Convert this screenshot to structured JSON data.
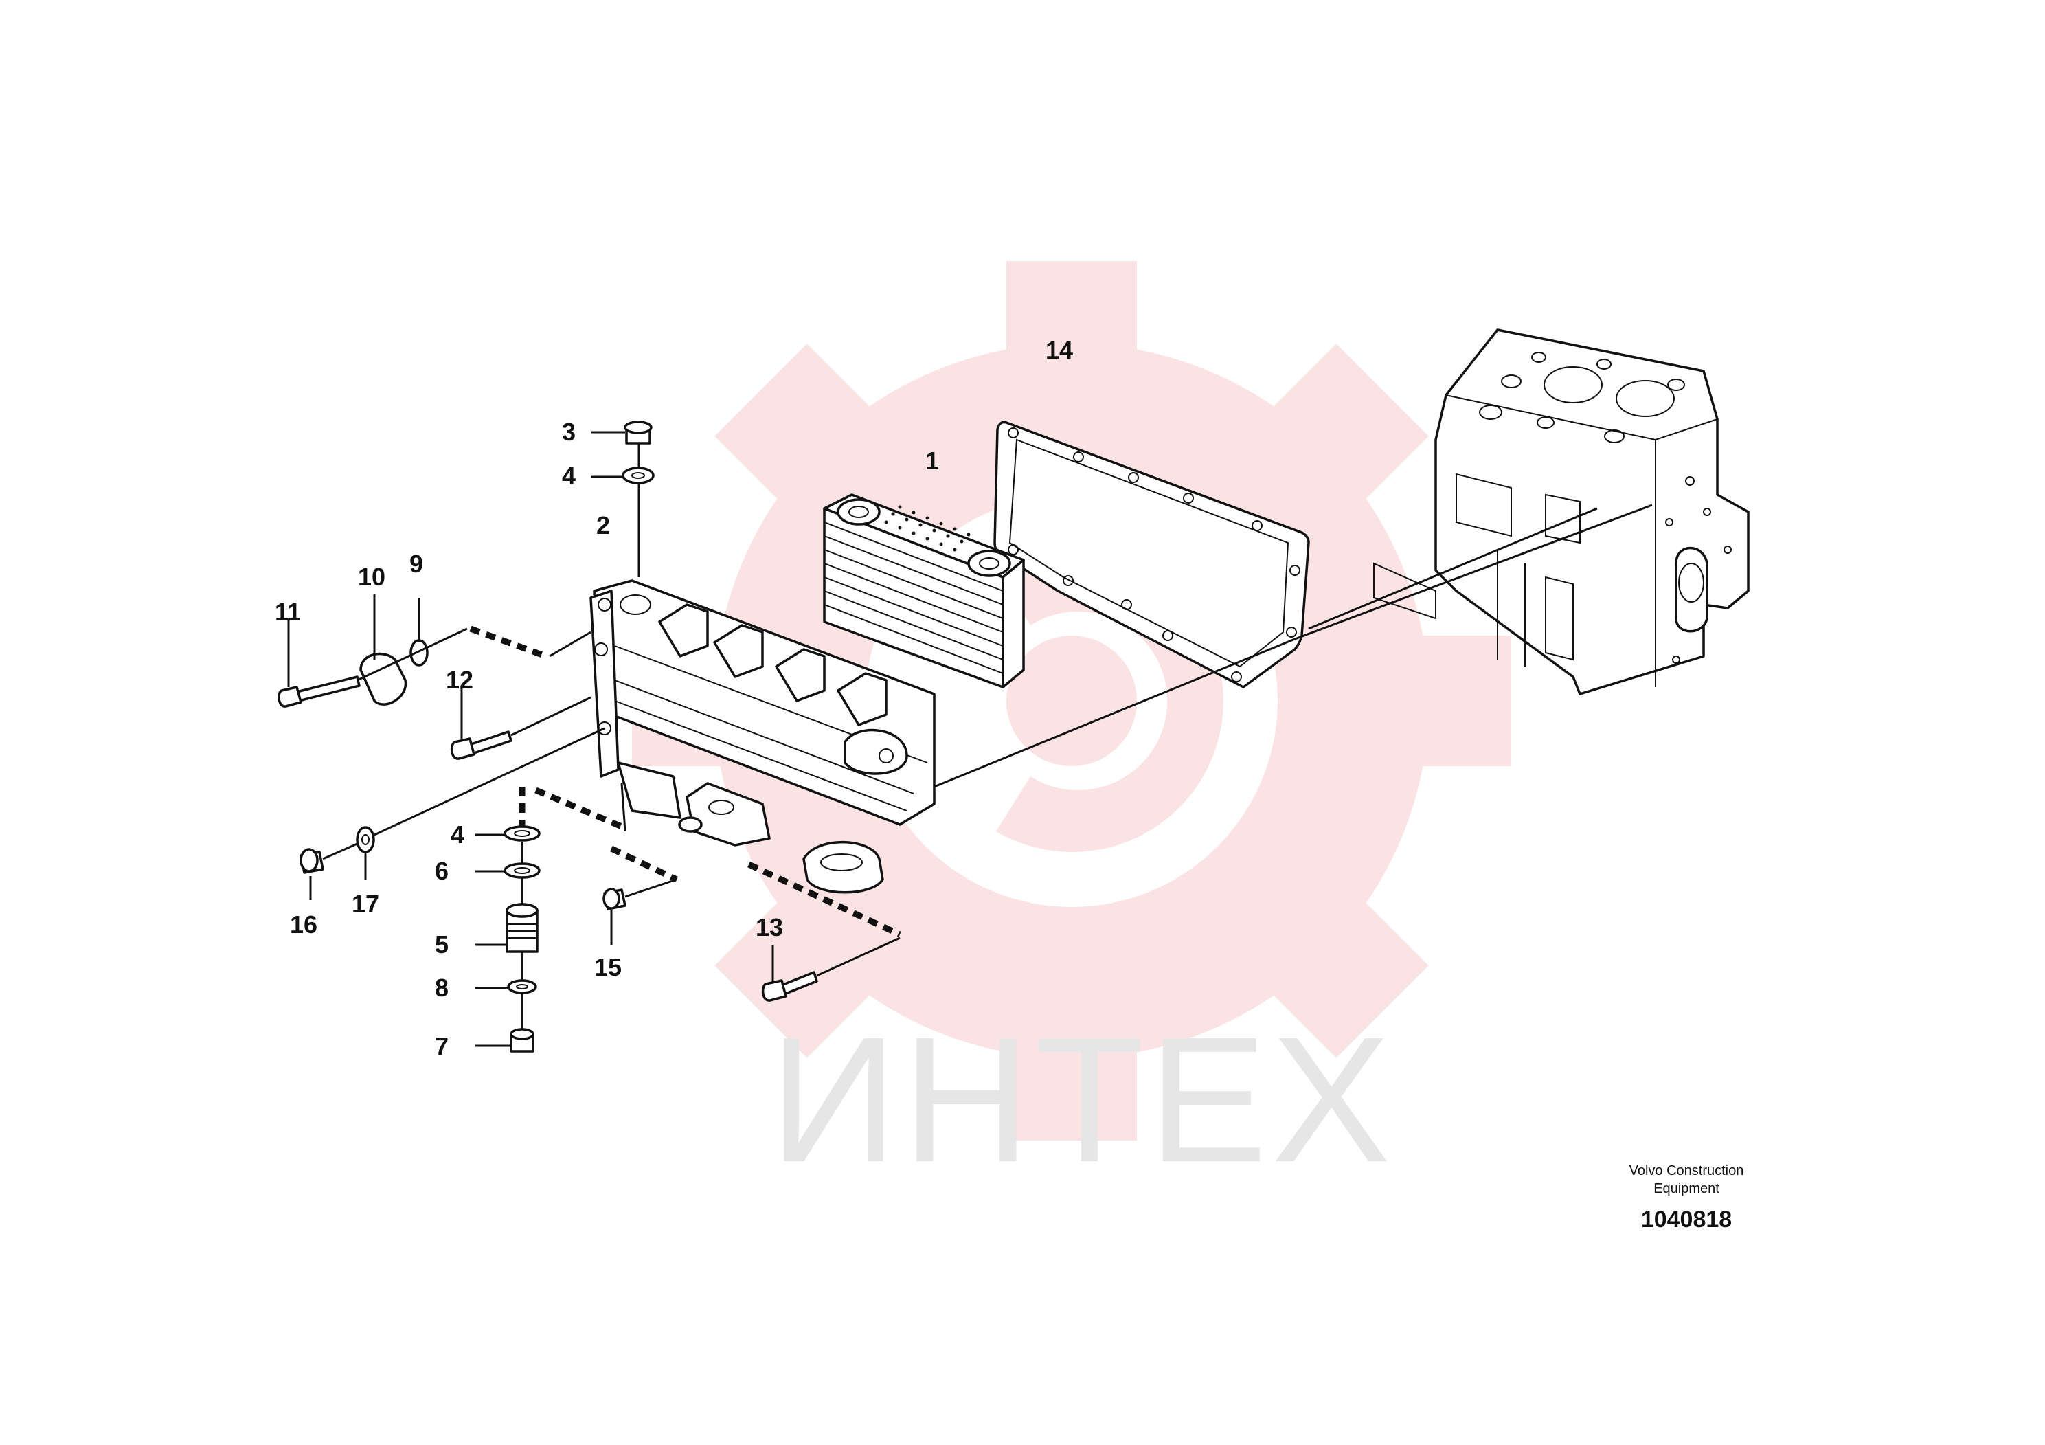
{
  "watermark": {
    "text": "ИНТЕХ",
    "gear_color": "#fbe3e3",
    "text_color": "#e6e6e6"
  },
  "callouts": {
    "p1": "1",
    "p2": "2",
    "p3": "3",
    "p4a": "4",
    "p4b": "4",
    "p5": "5",
    "p6": "6",
    "p7": "7",
    "p8": "8",
    "p9": "9",
    "p10": "10",
    "p11": "11",
    "p12": "12",
    "p13": "13",
    "p14": "14",
    "p15": "15",
    "p16": "16",
    "p17": "17"
  },
  "credit": {
    "line1": "Volvo Construction",
    "line2": "Equipment",
    "number": "1040818"
  }
}
